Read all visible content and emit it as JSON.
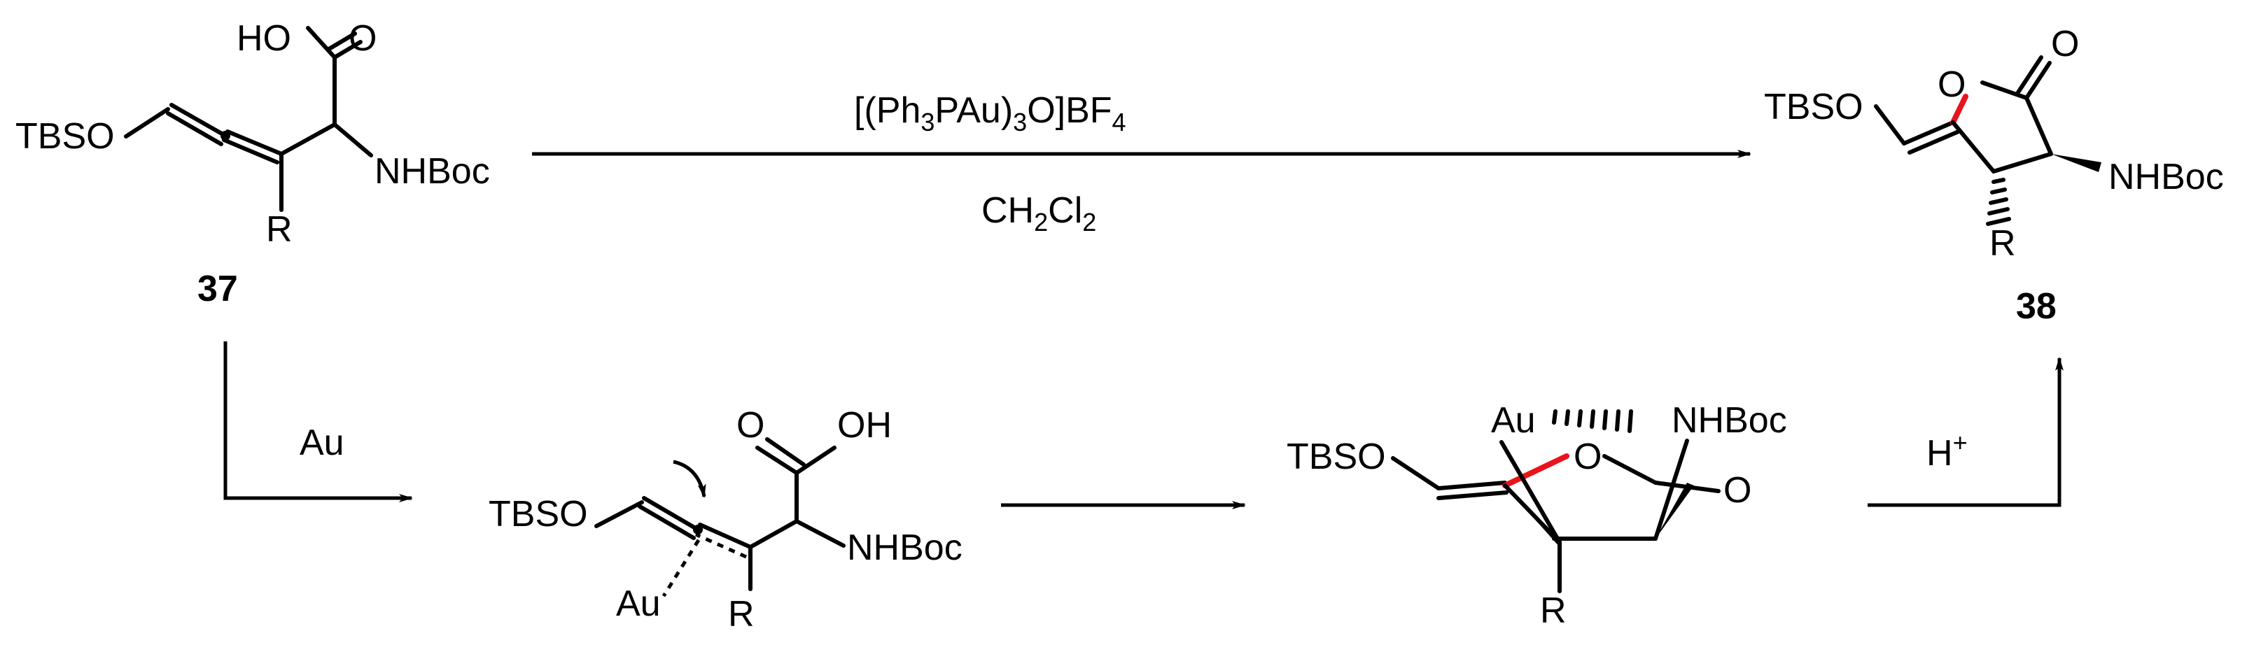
{
  "compound_37": {
    "number": "37",
    "labels": {
      "acid": "HO",
      "carbonyl_o": "O",
      "silyl_ether": "TBSO",
      "amine": "NHBoc",
      "substituent": "R"
    }
  },
  "compound_38": {
    "number": "38",
    "labels": {
      "silyl_ether": "TBSO",
      "ring_o": "O",
      "carbonyl_o": "O",
      "amine": "NHBoc",
      "substituent": "R"
    }
  },
  "main_reaction": {
    "reagent": {
      "text1": "[(Ph",
      "sub1": "3",
      "text2": "PAu)",
      "sub2": "3",
      "text3": "O]BF",
      "sub3": "4"
    },
    "solvent": {
      "text1": "CH",
      "sub1": "2",
      "text2": "Cl",
      "sub2": "2"
    }
  },
  "step_1": {
    "reagent": "Au"
  },
  "intermediate_1": {
    "labels": {
      "carbonyl_o": "O",
      "acid": "OH",
      "silyl_ether": "TBSO",
      "amine": "NHBoc",
      "metal": "Au",
      "substituent": "R"
    }
  },
  "intermediate_2": {
    "labels": {
      "silyl_ether": "TBSO",
      "metal": "Au",
      "ring_o": "O",
      "amine": "NHBoc",
      "carbonyl_o": "O",
      "substituent": "R"
    }
  },
  "step_final": {
    "reagent": "H",
    "charge": "+"
  }
}
